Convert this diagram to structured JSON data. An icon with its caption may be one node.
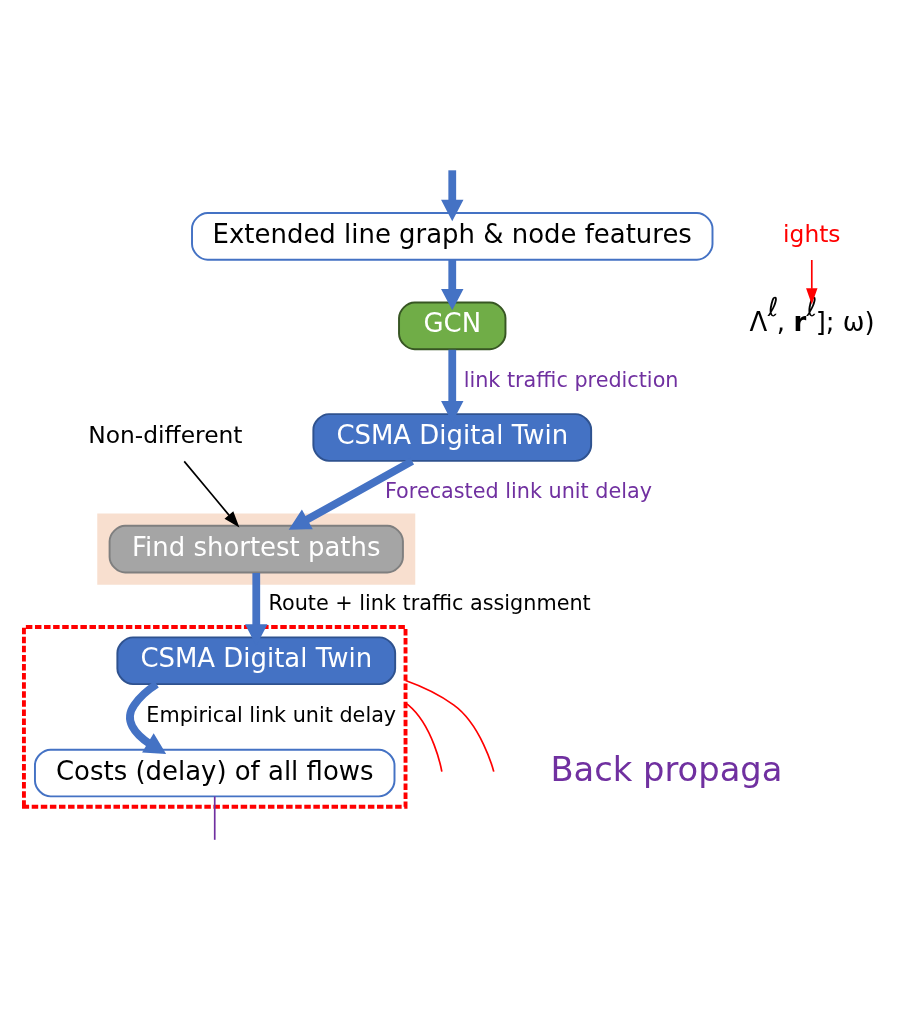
{
  "diagram": {
    "nodes": [
      {
        "text": [
          "Extended line graph & node features"
        ]
      },
      {
        "text": [
          "GCN"
        ]
      },
      {
        "text": [
          "CSMA Digital Twin"
        ]
      },
      {
        "text": [],
        "shape": "box"
      },
      {
        "text": [
          "Find shortest paths"
        ],
        "in": 3
      },
      {
        "text": [],
        "shape": "box"
      },
      {
        "text": [
          "CSMA Digital Twin"
        ],
        "in": 5
      },
      {
        "text": [
          "Costs (delay) of all flows"
        ],
        "in": 5
      },
      {
        "text": [
          "ights"
        ]
      },
      {
        "text": [
          "Λ$^{ℓ}$, **r**$^{ℓ}$]; ω)"
        ]
      },
      {
        "text": [
          "Non-different"
        ]
      }
    ],
    "edges": [
      {
        "from": null,
        "to": 0,
        "arrow": "to"
      },
      {
        "from": 0,
        "to": 1,
        "arrow": "to"
      },
      {
        "from": 1,
        "to": 2,
        "arrow": "to",
        "label": "link traffic prediction"
      },
      {
        "from": 2,
        "to": 4,
        "arrow": "to",
        "label": "Forecasted link unit delay"
      },
      {
        "from": 4,
        "to": 6,
        "arrow": "to",
        "label": "Route + link traffic assignment"
      },
      {
        "from": 6,
        "to": 7,
        "arrow": "to",
        "label": "Empirical link unit delay"
      },
      {
        "from": 8,
        "to": 9,
        "arrow": "to",
        "color": "#ff0000"
      },
      {
        "from": 10,
        "to": 4,
        "arrow": "to",
        "color": "#000000"
      },
      {
        "from": 7,
        "to": null,
        "arrow": "none",
        "color": "#7030a0"
      },
      {
        "from": 5,
        "to": null,
        "arrow": "none",
        "color": "#ff0000"
      },
      {
        "from": 5,
        "to": null,
        "arrow": "none",
        "color": "#ff0000"
      }
    ],
    "labels": [
      "Back propaga"
    ]
  }
}
